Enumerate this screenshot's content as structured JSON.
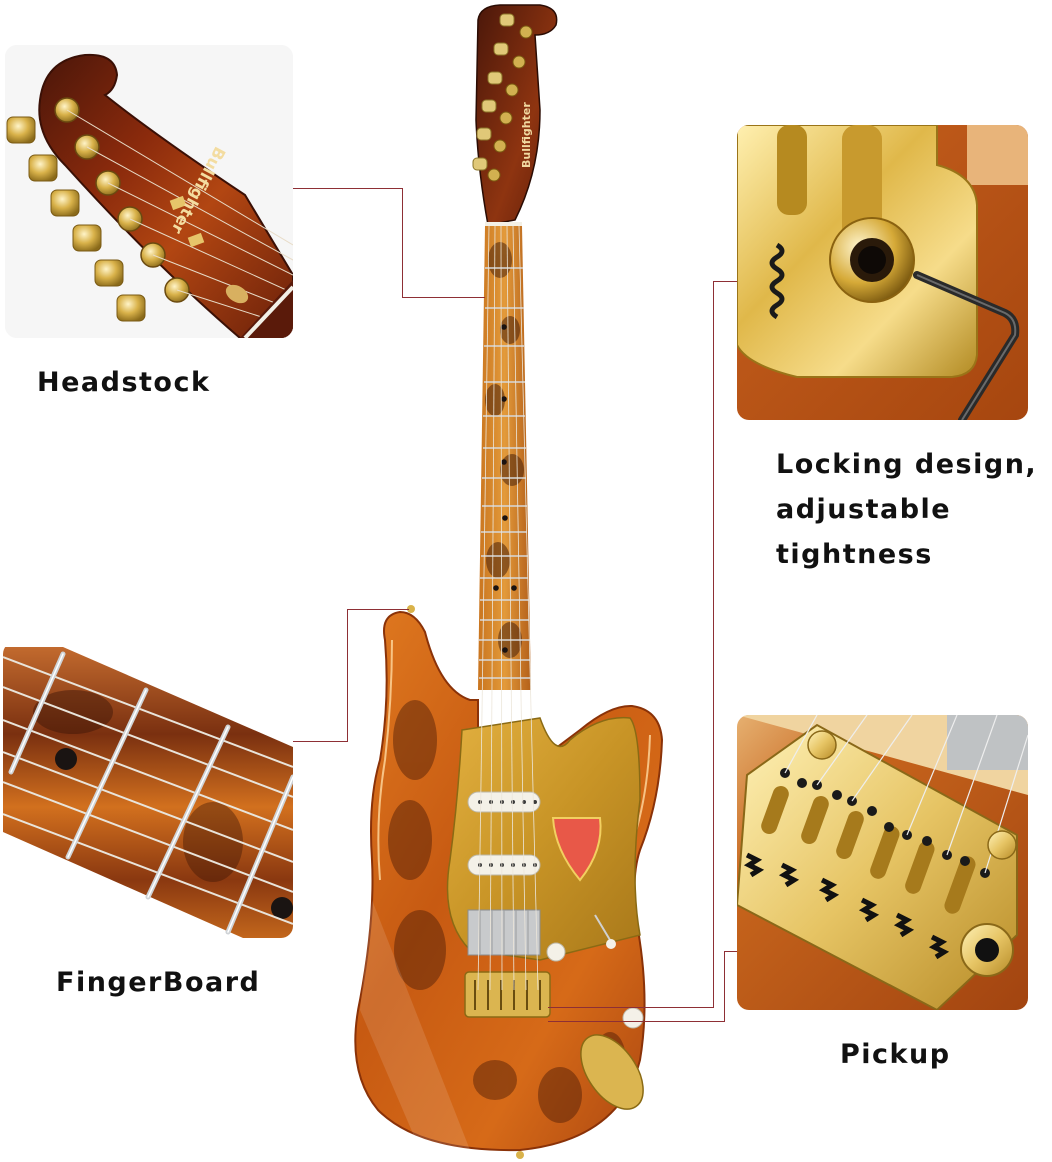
{
  "callouts": {
    "headstock": {
      "label": "Headstock",
      "brand_text": "Bullfighter"
    },
    "bridge_lock": {
      "label_lines": [
        "Locking design,",
        "adjustable",
        "tightness"
      ]
    },
    "fingerboard": {
      "label": "FingerBoard"
    },
    "pickup": {
      "label": "Pickup"
    }
  },
  "guitar": {
    "headstock_brand": "Bullfighter"
  },
  "colors": {
    "connector": "#8e2f35",
    "wood_dark": "#5a1e0c",
    "wood_mid": "#b4510f",
    "wood_light": "#e0862a",
    "gold": "#d9b24a",
    "card_bg": "#f4f4f4",
    "label_text": "#111111"
  },
  "icons": [
    "headstock-photo",
    "bridge-lock-photo",
    "fingerboard-photo",
    "pickup-bridge-photo",
    "guitar-illustration"
  ]
}
